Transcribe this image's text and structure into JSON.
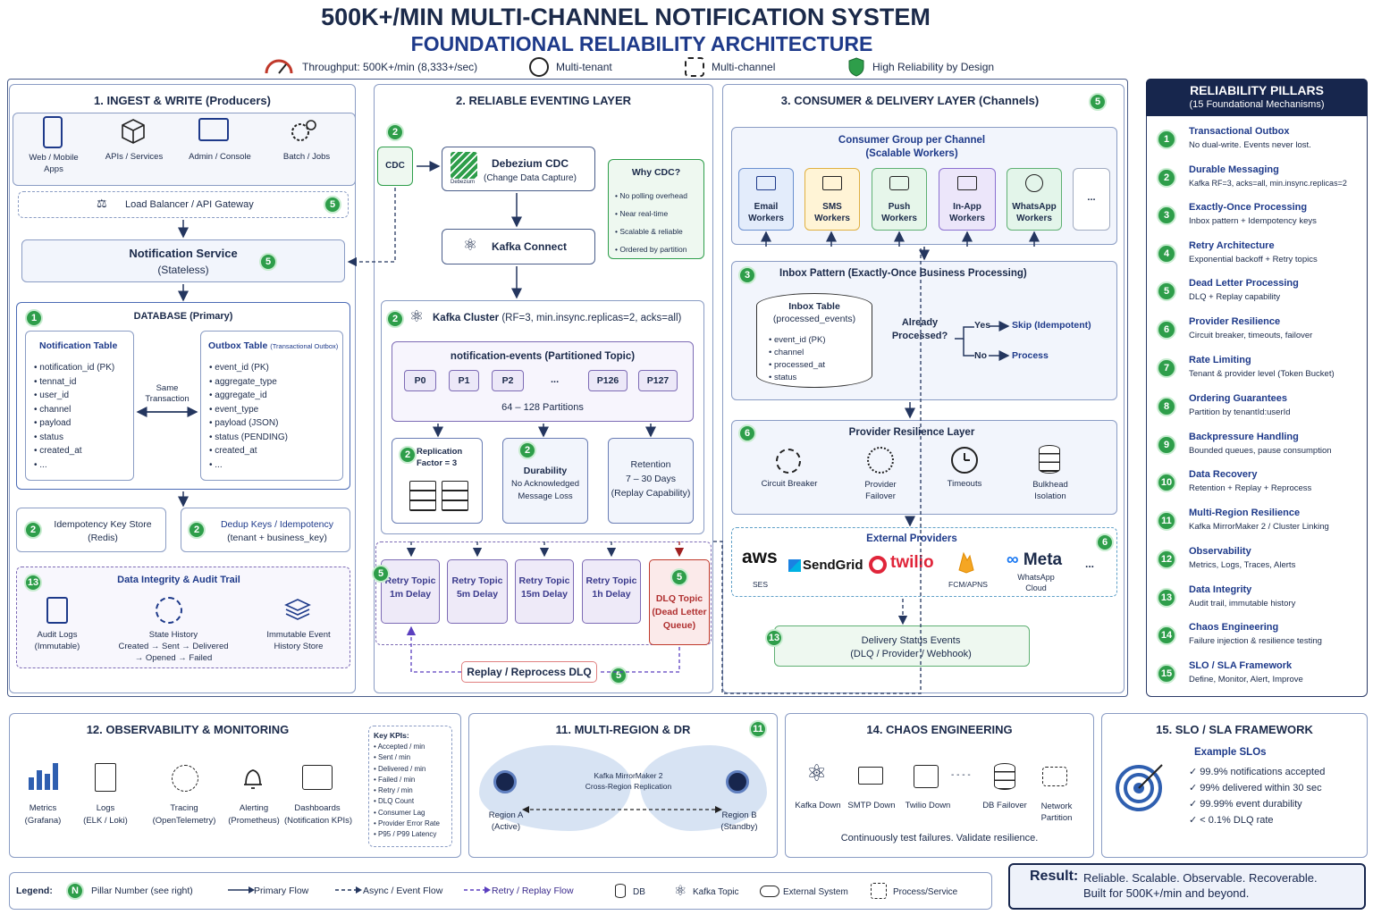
{
  "header": {
    "title": "500K+/MIN MULTI-CHANNEL NOTIFICATION SYSTEM",
    "subtitle": "FOUNDATIONAL RELIABILITY ARCHITECTURE",
    "features": [
      "Throughput: 500K+/min (8,333+/sec)",
      "Multi-tenant",
      "Multi-channel",
      "High Reliability by Design"
    ]
  },
  "s1": {
    "title": "1. INGEST & WRITE (Producers)",
    "producers": [
      "Web / Mobile",
      "Apps",
      "APIs / Services",
      "Admin / Console",
      "Batch / Jobs"
    ],
    "lb": "Load Balancer / API Gateway",
    "ns": "Notification Service",
    "ns_sub": "(Stateless)",
    "db": "DATABASE (Primary)",
    "nt_title": "Notification Table",
    "nt_fields": [
      "• notification_id (PK)",
      "• tennat_id",
      "• user_id",
      "• channel",
      "• payload",
      "• status",
      "• created_at",
      "• ..."
    ],
    "same": "Same",
    "txn": "Transaction",
    "ob_title": "Outbox Table",
    "ob_note": "(Transactional Outbox)",
    "ob_fields": [
      "• event_id (PK)",
      "• aggregate_type",
      "• aggregate_id",
      "• event_type",
      "• payload (JSON)",
      "• status (PENDING)",
      "• created_at",
      "• ..."
    ],
    "idem": "Idempotency Key Store",
    "idem_sub": "(Redis)",
    "dedup": "Dedup Keys / Idempotency",
    "dedup_sub": "(tenant + business_key)",
    "audit_title": "Data Integrity & Audit Trail",
    "audit_logs": "Audit Logs",
    "audit_logs_sub": "(Immutable)",
    "state": "State History",
    "state_sub": "Created → Sent → Delivered",
    "state_sub2": "→ Opened → Failed",
    "imm": "Immutable Event",
    "imm_sub": "History Store"
  },
  "s2": {
    "title": "2. RELIABLE EVENTING LAYER",
    "cdc": "CDC",
    "deb": "Debezium CDC",
    "deb_sub": "(Change Data Capture)",
    "deb_logo": "Debezium",
    "why": "Why CDC?",
    "why_items": [
      "• No polling overhead",
      "• Near real-time",
      "• Scalable & reliable",
      "• Ordered by partition"
    ],
    "kc": "Kafka Connect",
    "kcl": "Kafka Cluster",
    "kcl_sub": "(RF=3, min.insync.replicas=2, acks=all)",
    "topic": "notification-events (Partitioned Topic)",
    "parts": [
      "P0",
      "P1",
      "P2",
      "...",
      "P126",
      "P127"
    ],
    "parts_note": "64 – 128 Partitions",
    "rep": "Replication",
    "rep2": "Factor = 3",
    "dur": "Durability",
    "dur2": "No Acknowledged",
    "dur3": "Message Loss",
    "ret": "Retention",
    "ret2": "7 – 30 Days",
    "ret3": "(Replay Capability)",
    "retry": [
      {
        "a": "Retry Topic",
        "b": "1m Delay"
      },
      {
        "a": "Retry Topic",
        "b": "5m Delay"
      },
      {
        "a": "Retry Topic",
        "b": "15m Delay"
      },
      {
        "a": "Retry Topic",
        "b": "1h Delay"
      }
    ],
    "dlq": "DLQ Topic",
    "dlq2": "(Dead Letter",
    "dlq3": "Queue)",
    "replay": "Replay / Reprocess DLQ"
  },
  "s3": {
    "title": "3. CONSUMER & DELIVERY LAYER (Channels)",
    "cg": "Consumer Group per Channel",
    "cg_sub": "(Scalable Workers)",
    "workers": [
      {
        "a": "Email",
        "b": "Workers"
      },
      {
        "a": "SMS",
        "b": "Workers"
      },
      {
        "a": "Push",
        "b": "Workers"
      },
      {
        "a": "In-App",
        "b": "Workers"
      },
      {
        "a": "WhatsApp",
        "b": "Workers"
      }
    ],
    "more": "...",
    "inbox": "Inbox Pattern (Exactly-Once Business Processing)",
    "it": "Inbox Table",
    "it_sub": "(processed_events)",
    "it_fields": [
      "• event_id (PK)",
      "• channel",
      "• processed_at",
      "• status"
    ],
    "already": "Already",
    "processed": "Processed?",
    "yes": "Yes",
    "skip": "Skip (Idempotent)",
    "no": "No",
    "process": "Process",
    "prl": "Provider Resilience Layer",
    "prl_items": [
      {
        "a": "Circuit Breaker",
        "b": ""
      },
      {
        "a": "Provider",
        "b": "Failover"
      },
      {
        "a": "Timeouts",
        "b": ""
      },
      {
        "a": "Bulkhead",
        "b": "Isolation"
      }
    ],
    "ext": "External Providers",
    "aws": "aws",
    "ses": "SES",
    "sendgrid": "SendGrid",
    "twilio": "twilio",
    "fcm": "FCM/APNS",
    "meta": "Meta",
    "wa": "WhatsApp",
    "cloud": "Cloud",
    "dots": "...",
    "dse": "Delivery Status Events",
    "dse_sub": "(DLQ / Provider / Webhook)"
  },
  "pillars": {
    "title": "RELIABILITY PILLARS",
    "sub": "(15 Foundational Mechanisms)",
    "items": [
      {
        "n": "1",
        "t": "Transactional Outbox",
        "d": "No dual-write. Events never lost."
      },
      {
        "n": "2",
        "t": "Durable Messaging",
        "d": "Kafka RF=3, acks=all, min.insync.replicas=2"
      },
      {
        "n": "3",
        "t": "Exactly-Once Processing",
        "d": "Inbox pattern + Idempotency keys"
      },
      {
        "n": "4",
        "t": "Retry Architecture",
        "d": "Exponential backoff + Retry topics"
      },
      {
        "n": "5",
        "t": "Dead Letter Processing",
        "d": "DLQ + Replay capability"
      },
      {
        "n": "6",
        "t": "Provider Resilience",
        "d": "Circuit breaker, timeouts, failover"
      },
      {
        "n": "7",
        "t": "Rate Limiting",
        "d": "Tenant & provider level (Token Bucket)"
      },
      {
        "n": "8",
        "t": "Ordering Guarantees",
        "d": "Partition by tenantId:userId"
      },
      {
        "n": "9",
        "t": "Backpressure Handling",
        "d": "Bounded queues, pause consumption"
      },
      {
        "n": "10",
        "t": "Data Recovery",
        "d": "Retention + Replay + Reprocess"
      },
      {
        "n": "11",
        "t": "Multi-Region Resilience",
        "d": "Kafka MirrorMaker 2 / Cluster Linking"
      },
      {
        "n": "12",
        "t": "Observability",
        "d": "Metrics, Logs, Traces, Alerts"
      },
      {
        "n": "13",
        "t": "Data Integrity",
        "d": "Audit trail, immutable history"
      },
      {
        "n": "14",
        "t": "Chaos Engineering",
        "d": "Failure injection & resilience testing"
      },
      {
        "n": "15",
        "t": "SLO / SLA Framework",
        "d": "Define, Monitor, Alert, Improve"
      }
    ]
  },
  "obs": {
    "title": "12. OBSERVABILITY & MONITORING",
    "items": [
      {
        "a": "Metrics",
        "b": "(Grafana)"
      },
      {
        "a": "Logs",
        "b": "(ELK / Loki)"
      },
      {
        "a": "Tracing",
        "b": "(OpenTelemetry)"
      },
      {
        "a": "Alerting",
        "b": "(Prometheus)"
      },
      {
        "a": "Dashboards",
        "b": "(Notification KPIs)"
      }
    ],
    "kpi_title": "Key KPIs:",
    "kpis": [
      "• Accepted / min",
      "• Sent / min",
      "• Delivered / min",
      "• Failed / min",
      "• Retry / min",
      "• DLQ Count",
      "• Consumer Lag",
      "• Provider Error Rate",
      "• P95 / P99 Latency"
    ]
  },
  "mr": {
    "title": "11. MULTI-REGION & DR",
    "mm": "Kafka MirrorMaker 2",
    "mm2": "Cross-Region Replication",
    "ra": "Region A",
    "ra2": "(Active)",
    "rb": "Region B",
    "rb2": "(Standby)"
  },
  "chaos": {
    "title": "14. CHAOS ENGINEERING",
    "items": [
      {
        "a": "Kafka Down",
        "b": ""
      },
      {
        "a": "SMTP Down",
        "b": ""
      },
      {
        "a": "Twilio Down",
        "b": ""
      },
      {
        "a": "DB Failover",
        "b": ""
      },
      {
        "a": "Network",
        "b": "Partition"
      }
    ],
    "note": "Continuously test failures. Validate resilience."
  },
  "slo": {
    "title": "15. SLO / SLA FRAMEWORK",
    "sub": "Example SLOs",
    "items": [
      "99.9% notifications accepted",
      "99% delivered within 30 sec",
      "99.99% event durability",
      "< 0.1% DLQ rate"
    ]
  },
  "legend": {
    "label": "Legend:",
    "n": "N",
    "pillar": "Pillar Number (see right)",
    "primary": "Primary Flow",
    "async": "Async / Event Flow",
    "retry": "Retry / Replay Flow",
    "db": "DB",
    "kafka": "Kafka Topic",
    "ext": "External System",
    "proc": "Process/Service"
  },
  "result": {
    "label": "Result:",
    "line1": "Reliable. Scalable. Observable. Recoverable.",
    "line2": "Built for 500K+/min and beyond."
  }
}
